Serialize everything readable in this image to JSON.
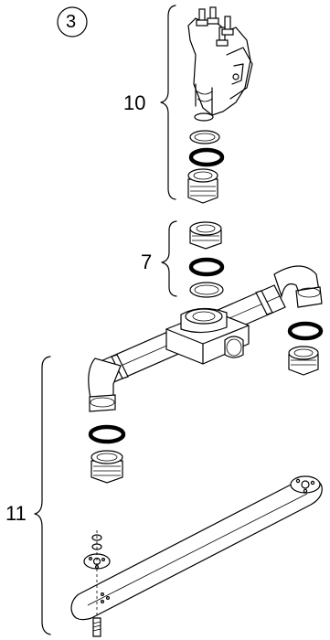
{
  "figure": {
    "step_number": "3",
    "callouts": [
      {
        "id": "upper-assembly",
        "text": "10"
      },
      {
        "id": "seal-set",
        "text": "7"
      },
      {
        "id": "manifold-assembly",
        "text": "11"
      }
    ]
  }
}
